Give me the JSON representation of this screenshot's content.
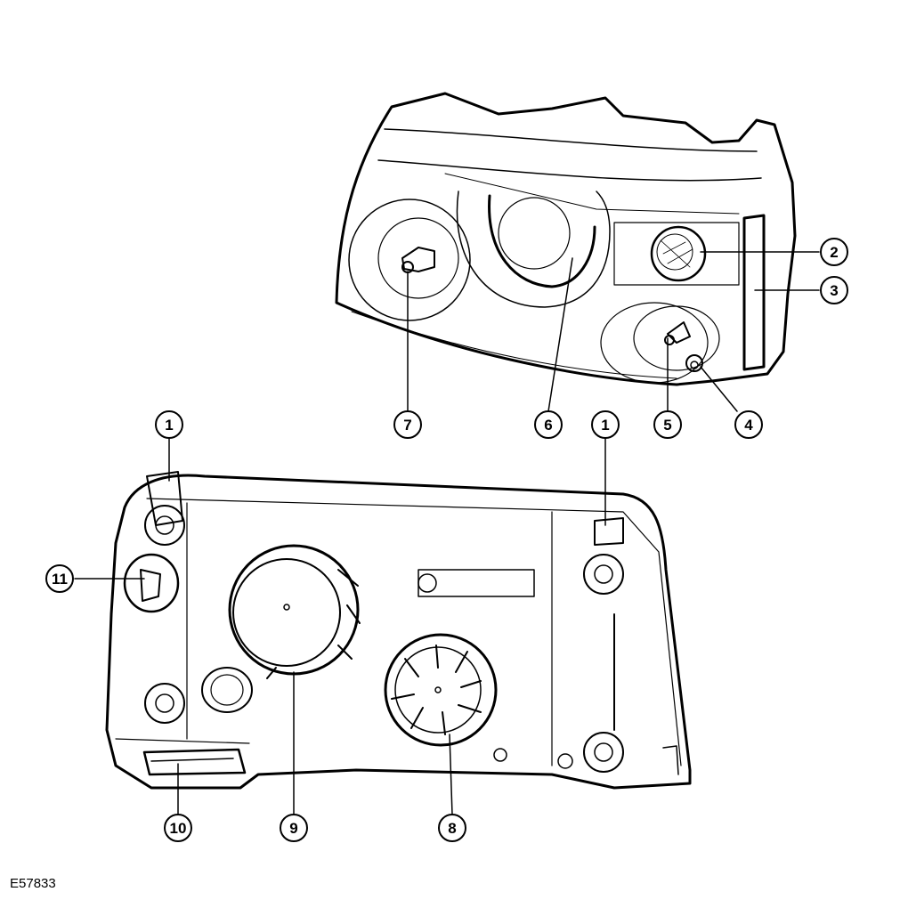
{
  "figure_ref": "E57833",
  "callouts": [
    {
      "id": "c1a",
      "label": "1"
    },
    {
      "id": "c1b",
      "label": "1"
    },
    {
      "id": "c2",
      "label": "2"
    },
    {
      "id": "c3",
      "label": "3"
    },
    {
      "id": "c4",
      "label": "4"
    },
    {
      "id": "c5",
      "label": "5"
    },
    {
      "id": "c6",
      "label": "6"
    },
    {
      "id": "c7",
      "label": "7"
    },
    {
      "id": "c8",
      "label": "8"
    },
    {
      "id": "c9",
      "label": "9"
    },
    {
      "id": "c10",
      "label": "10"
    },
    {
      "id": "c11",
      "label": "11"
    }
  ],
  "colors": {
    "line": "#000000",
    "background": "#ffffff"
  }
}
